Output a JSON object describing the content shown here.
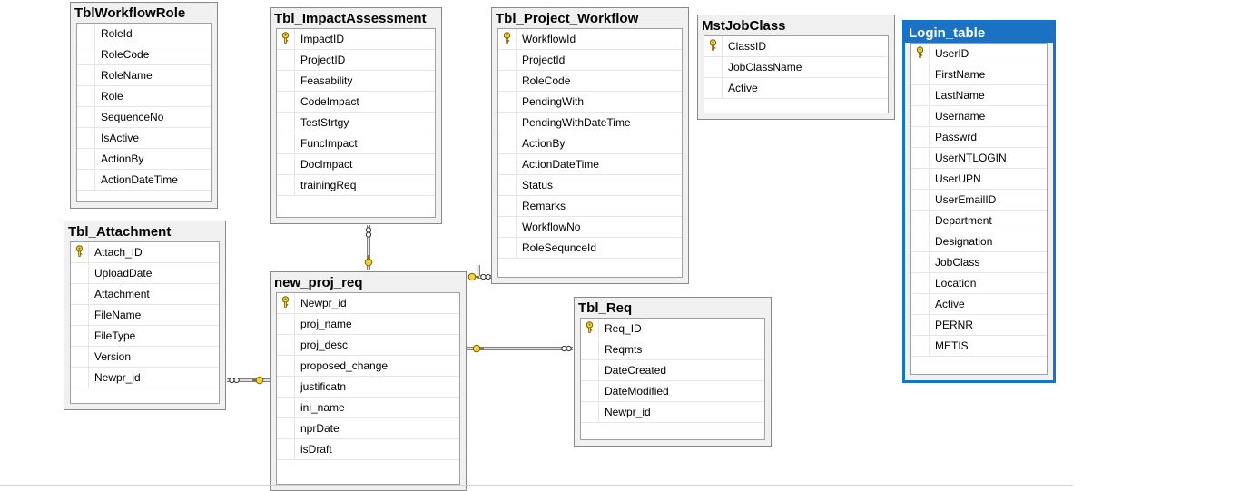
{
  "tables": [
    {
      "id": "TblWorkflowRole",
      "title": "TblWorkflowRole",
      "columns": [
        {
          "name": "RoleId",
          "pk": false
        },
        {
          "name": "RoleCode",
          "pk": false
        },
        {
          "name": "RoleName",
          "pk": false
        },
        {
          "name": "Role",
          "pk": false
        },
        {
          "name": "SequenceNo",
          "pk": false
        },
        {
          "name": "IsActive",
          "pk": false
        },
        {
          "name": "ActionBy",
          "pk": false
        },
        {
          "name": "ActionDateTime",
          "pk": false
        }
      ]
    },
    {
      "id": "Tbl_ImpactAssessment",
      "title": "Tbl_ImpactAssessment",
      "columns": [
        {
          "name": "ImpactID",
          "pk": true
        },
        {
          "name": "ProjectID",
          "pk": false
        },
        {
          "name": "Feasability",
          "pk": false
        },
        {
          "name": "CodeImpact",
          "pk": false
        },
        {
          "name": "TestStrtgy",
          "pk": false
        },
        {
          "name": "FuncImpact",
          "pk": false
        },
        {
          "name": "DocImpact",
          "pk": false
        },
        {
          "name": "trainingReq",
          "pk": false
        }
      ]
    },
    {
      "id": "Tbl_Project_Workflow",
      "title": "Tbl_Project_Workflow",
      "columns": [
        {
          "name": "WorkflowId",
          "pk": true
        },
        {
          "name": "ProjectId",
          "pk": false
        },
        {
          "name": "RoleCode",
          "pk": false
        },
        {
          "name": "PendingWith",
          "pk": false
        },
        {
          "name": "PendingWithDateTime",
          "pk": false
        },
        {
          "name": "ActionBy",
          "pk": false
        },
        {
          "name": "ActionDateTime",
          "pk": false
        },
        {
          "name": "Status",
          "pk": false
        },
        {
          "name": "Remarks",
          "pk": false
        },
        {
          "name": "WorkflowNo",
          "pk": false
        },
        {
          "name": "RoleSequnceId",
          "pk": false
        }
      ]
    },
    {
      "id": "MstJobClass",
      "title": "MstJobClass",
      "columns": [
        {
          "name": "ClassID",
          "pk": true
        },
        {
          "name": "JobClassName",
          "pk": false
        },
        {
          "name": "Active",
          "pk": false
        }
      ]
    },
    {
      "id": "Login_table",
      "title": "Login_table",
      "selected": true,
      "columns": [
        {
          "name": "UserID",
          "pk": true
        },
        {
          "name": "FirstName",
          "pk": false
        },
        {
          "name": "LastName",
          "pk": false
        },
        {
          "name": "Username",
          "pk": false
        },
        {
          "name": "Passwrd",
          "pk": false
        },
        {
          "name": "UserNTLOGIN",
          "pk": false
        },
        {
          "name": "UserUPN",
          "pk": false
        },
        {
          "name": "UserEmailID",
          "pk": false
        },
        {
          "name": "Department",
          "pk": false
        },
        {
          "name": "Designation",
          "pk": false
        },
        {
          "name": "JobClass",
          "pk": false
        },
        {
          "name": "Location",
          "pk": false
        },
        {
          "name": "Active",
          "pk": false
        },
        {
          "name": "PERNR",
          "pk": false
        },
        {
          "name": "METIS",
          "pk": false
        }
      ]
    },
    {
      "id": "Tbl_Attachment",
      "title": "Tbl_Attachment",
      "columns": [
        {
          "name": "Attach_ID",
          "pk": true
        },
        {
          "name": "UploadDate",
          "pk": false
        },
        {
          "name": "Attachment",
          "pk": false
        },
        {
          "name": "FileName",
          "pk": false
        },
        {
          "name": "FileType",
          "pk": false
        },
        {
          "name": "Version",
          "pk": false
        },
        {
          "name": "Newpr_id",
          "pk": false
        }
      ]
    },
    {
      "id": "new_proj_req",
      "title": "new_proj_req",
      "columns": [
        {
          "name": "Newpr_id",
          "pk": true
        },
        {
          "name": "proj_name",
          "pk": false
        },
        {
          "name": "proj_desc",
          "pk": false
        },
        {
          "name": "proposed_change",
          "pk": false
        },
        {
          "name": "justificatn",
          "pk": false
        },
        {
          "name": "ini_name",
          "pk": false
        },
        {
          "name": "nprDate",
          "pk": false
        },
        {
          "name": "isDraft",
          "pk": false
        }
      ]
    },
    {
      "id": "Tbl_Req",
      "title": "Tbl_Req",
      "columns": [
        {
          "name": "Req_ID",
          "pk": true
        },
        {
          "name": "Reqmts",
          "pk": false
        },
        {
          "name": "DateCreated",
          "pk": false
        },
        {
          "name": "DateModified",
          "pk": false
        },
        {
          "name": "Newpr_id",
          "pk": false
        }
      ]
    }
  ],
  "relationships": [
    {
      "from": "Tbl_Attachment",
      "to": "new_proj_req"
    },
    {
      "from": "Tbl_ImpactAssessment",
      "to": "new_proj_req"
    },
    {
      "from": "Tbl_Project_Workflow",
      "to": "new_proj_req"
    },
    {
      "from": "Tbl_Req",
      "to": "new_proj_req"
    }
  ],
  "colors": {
    "selected_accent": "#1a72c4",
    "table_border": "#888888",
    "table_frame": "#f0f0f0",
    "key_icon": "#d4b400",
    "line": "#808080"
  },
  "icons": {
    "primary_key": "key-icon",
    "many_end": "infinity-icon",
    "one_end": "key-icon"
  }
}
